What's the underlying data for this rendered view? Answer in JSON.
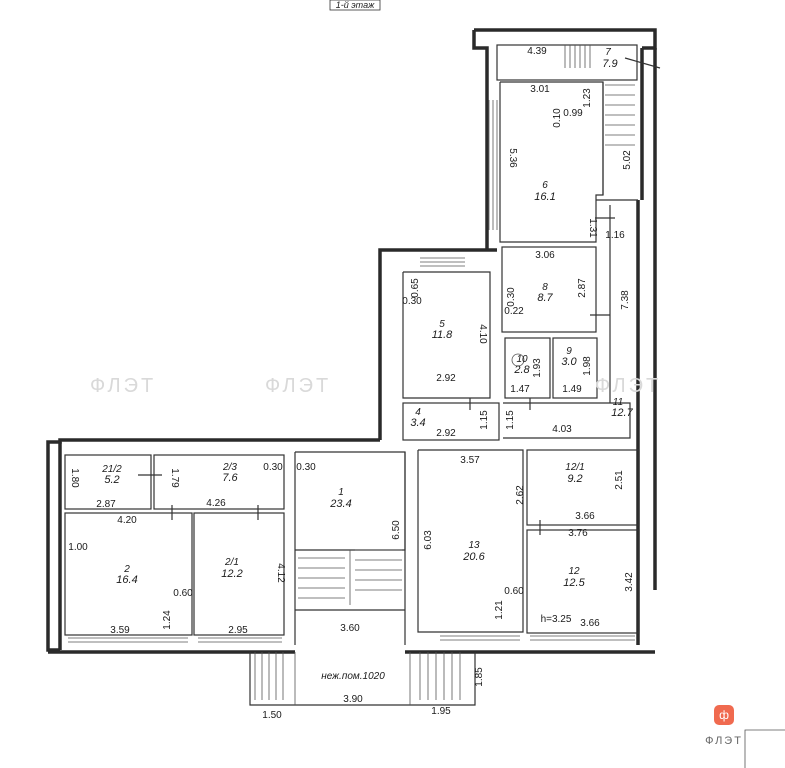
{
  "floor_label": "1-й этаж",
  "watermark": {
    "text": "ФЛЭТ",
    "color": "#e53935"
  },
  "logo": {
    "text": "ФЛЭТ",
    "icon_glyph": "ф",
    "color": "#f06a4f"
  },
  "rooms": [
    {
      "id": "r7",
      "number": "7",
      "area": "7.9"
    },
    {
      "id": "r6",
      "number": "6",
      "area": "16.1"
    },
    {
      "id": "r8",
      "number": "8",
      "area": "8.7"
    },
    {
      "id": "r5",
      "number": "5",
      "area": "11.8"
    },
    {
      "id": "r10",
      "number": "10",
      "area": "2.8"
    },
    {
      "id": "r9",
      "number": "9",
      "area": "3.0"
    },
    {
      "id": "r11",
      "number": "11",
      "area": "12.7"
    },
    {
      "id": "r4",
      "number": "4",
      "area": "3.4"
    },
    {
      "id": "r21_2",
      "number": "21/2",
      "area": "5.2"
    },
    {
      "id": "r2_3",
      "number": "2/3",
      "area": "7.6"
    },
    {
      "id": "r1",
      "number": "1",
      "area": "23.4"
    },
    {
      "id": "r12_1",
      "number": "12/1",
      "area": "9.2"
    },
    {
      "id": "r2",
      "number": "2",
      "area": "16.4"
    },
    {
      "id": "r2_1",
      "number": "2/1",
      "area": "12.2"
    },
    {
      "id": "r13",
      "number": "13",
      "area": "20.6"
    },
    {
      "id": "r12",
      "number": "12",
      "area": "12.5"
    }
  ],
  "dimensions": [
    "4.39",
    "3.01",
    "0.10",
    "0.99",
    "1.23",
    "5.36",
    "5.02",
    "1.31",
    "1.16",
    "3.06",
    "0.65",
    "0.30",
    "0.30",
    "2.87",
    "0.22",
    "7.38",
    "4.10",
    "1.93",
    "1.98",
    "1.47",
    "1.49",
    "2.92",
    "1.15",
    "1.15",
    "4.03",
    "2.92",
    "1.80",
    "1.79",
    "0.30",
    "0.30",
    "3.57",
    "2.51",
    "2.87",
    "4.26",
    "2.62",
    "4.20",
    "3.66",
    "3.76",
    "1.00",
    "6.50",
    "6.03",
    "4.12",
    "3.42",
    "0.60",
    "0.60",
    "1.24",
    "1.21",
    "3.59",
    "2.95",
    "3.60",
    "h=3.25",
    "3.66",
    "1.85",
    "3.90",
    "1.50",
    "1.95"
  ],
  "corridor_label": "неж.пом.1020"
}
